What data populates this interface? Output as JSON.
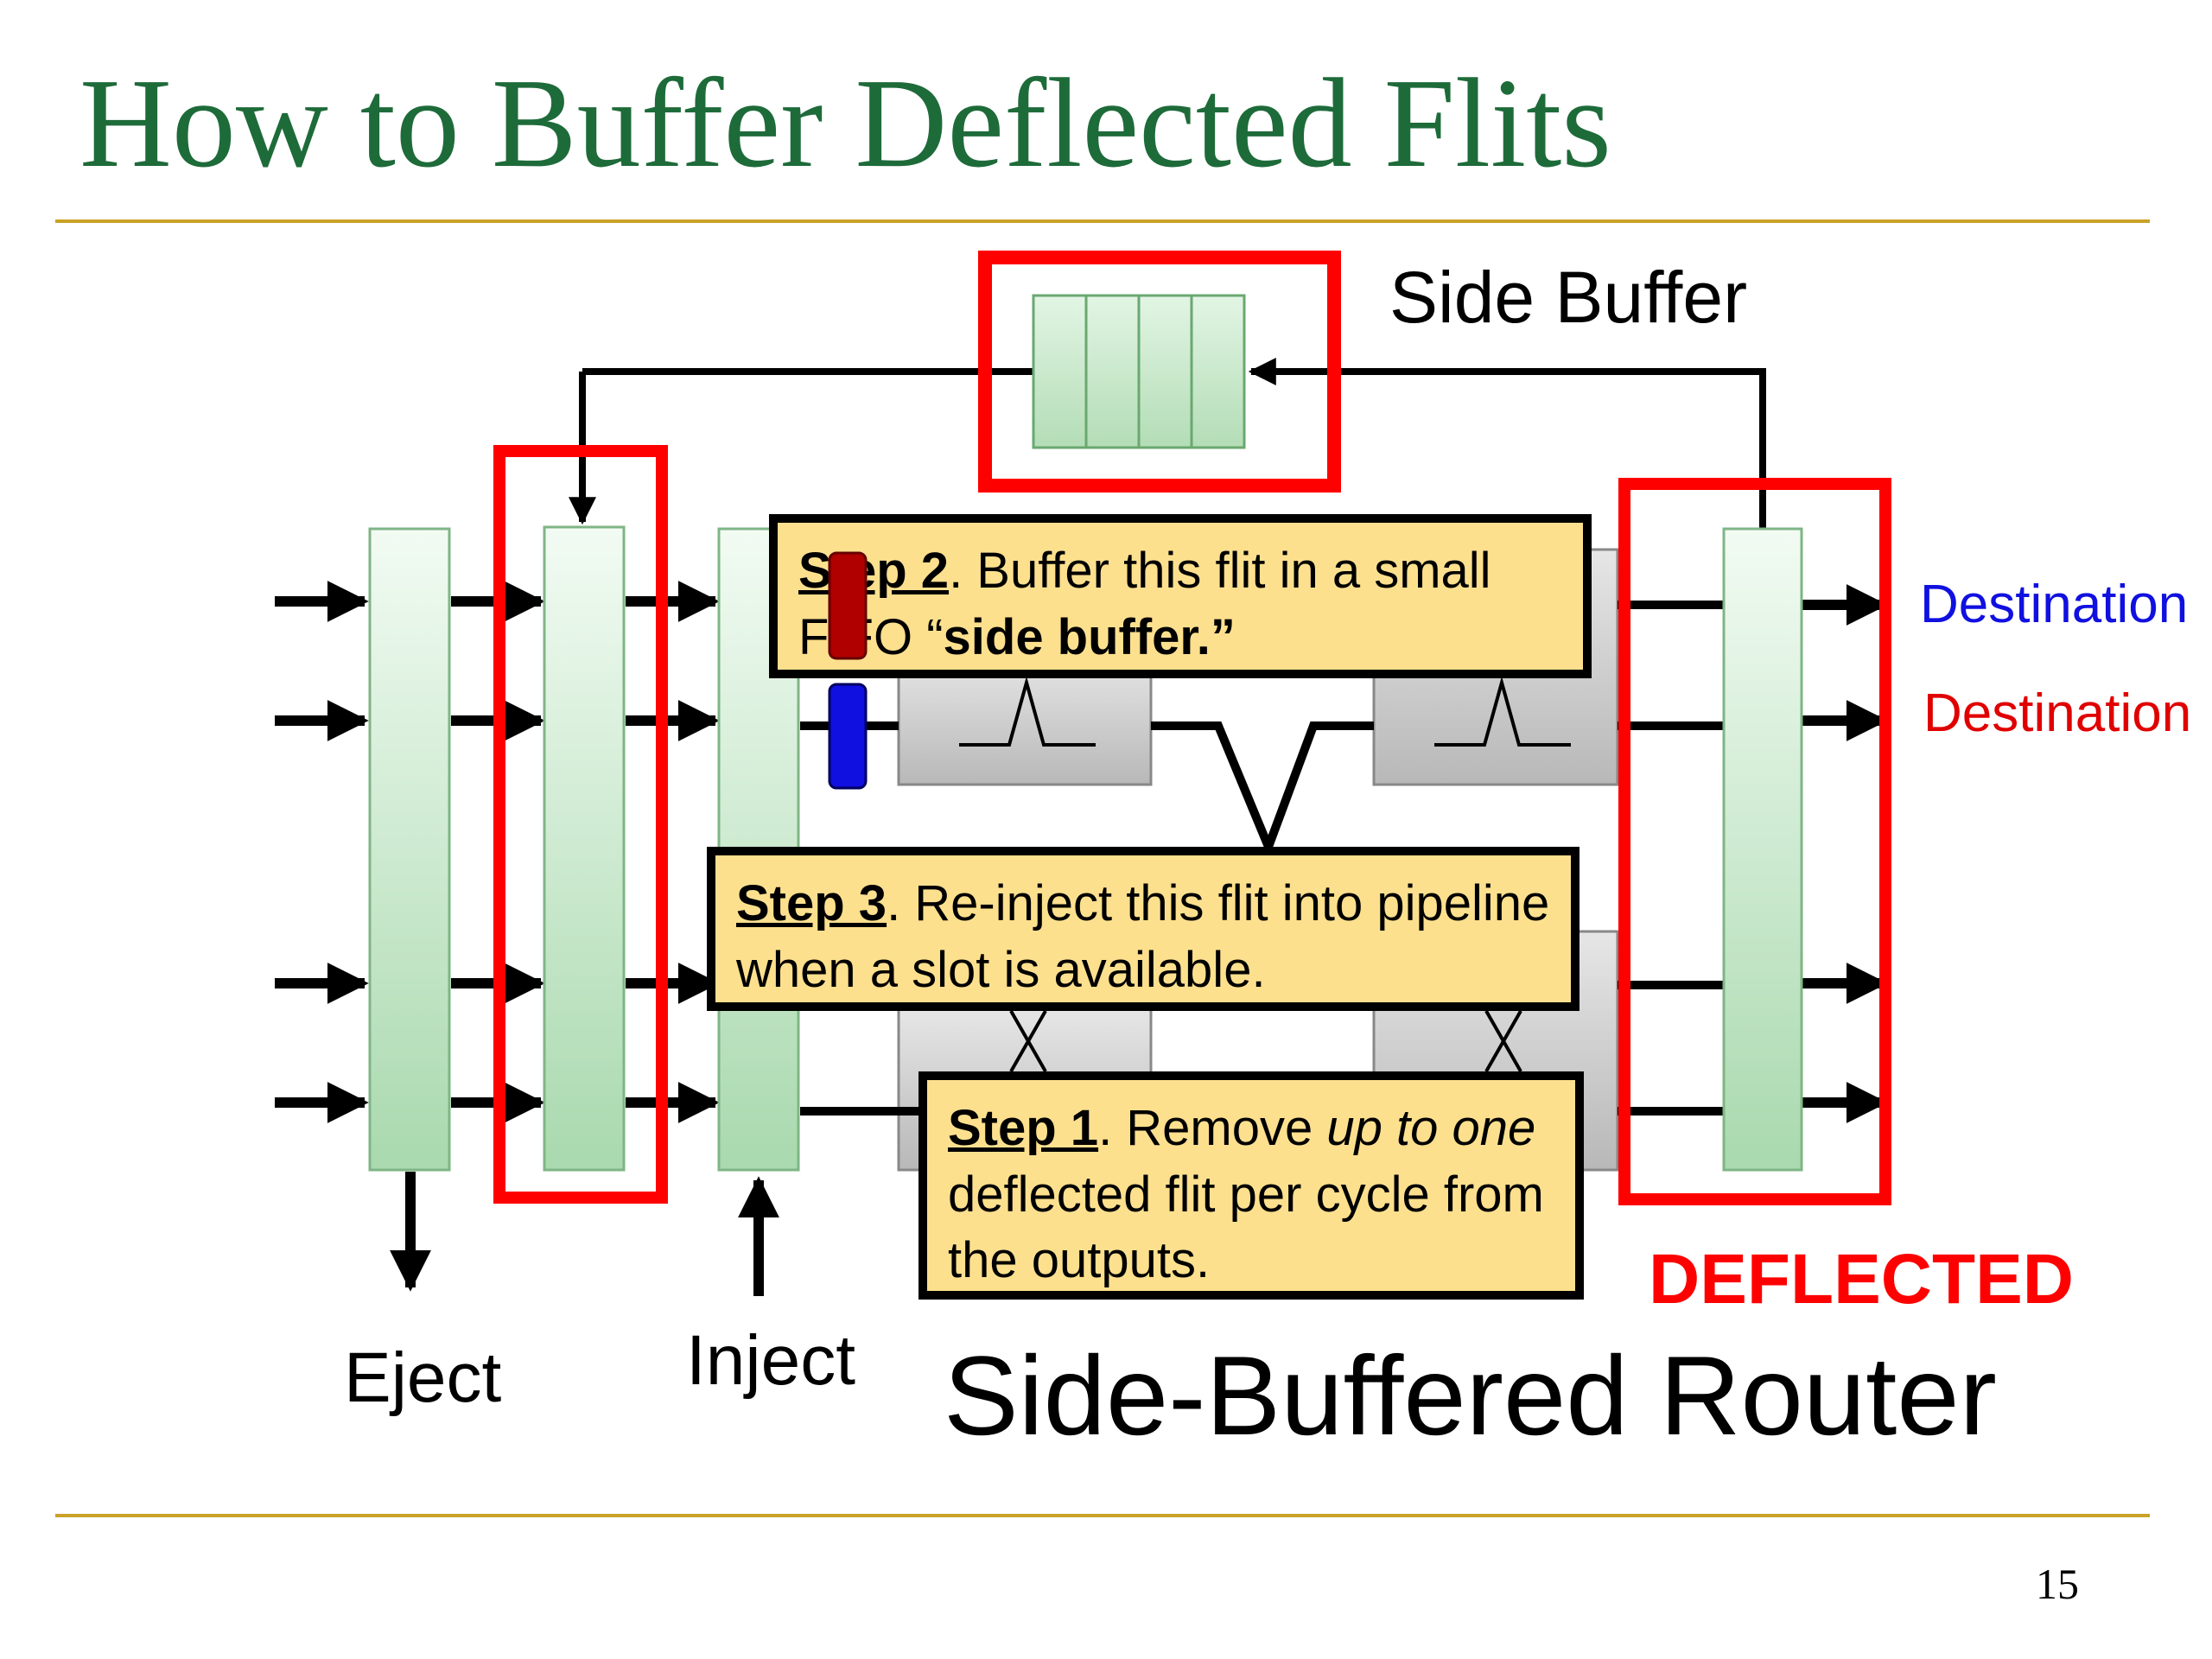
{
  "slide": {
    "title": "How to Buffer Deflected Flits",
    "page_number": "15"
  },
  "diagram": {
    "side_buffer_label": "Side Buffer",
    "destination_blue": "Destination",
    "destination_red": "Destination",
    "deflected_label": "DEFLECTED",
    "eject_label": "Eject",
    "inject_label": "Inject",
    "router_title": "Side-Buffered Router"
  },
  "steps": {
    "step2": {
      "label": "Step 2",
      "text_a": ". Buffer this flit in a small FIFO “",
      "bold": "side buffer.”"
    },
    "step3": {
      "label": "Step 3",
      "text": ". Re-inject this flit into pipeline when a slot is available."
    },
    "step1": {
      "label": "Step 1",
      "text_a": ". Remove ",
      "italic_a": "up to one",
      "text_b": " deflected flit per cycle from the outputs."
    }
  },
  "colors": {
    "title_green": "#1e6b3a",
    "rule_gold": "#c9a227",
    "highlight_red": "#ff0000",
    "callout_fill": "#fde08e",
    "flit_blue": "#1010e0",
    "flit_dark_red": "#b00000"
  }
}
